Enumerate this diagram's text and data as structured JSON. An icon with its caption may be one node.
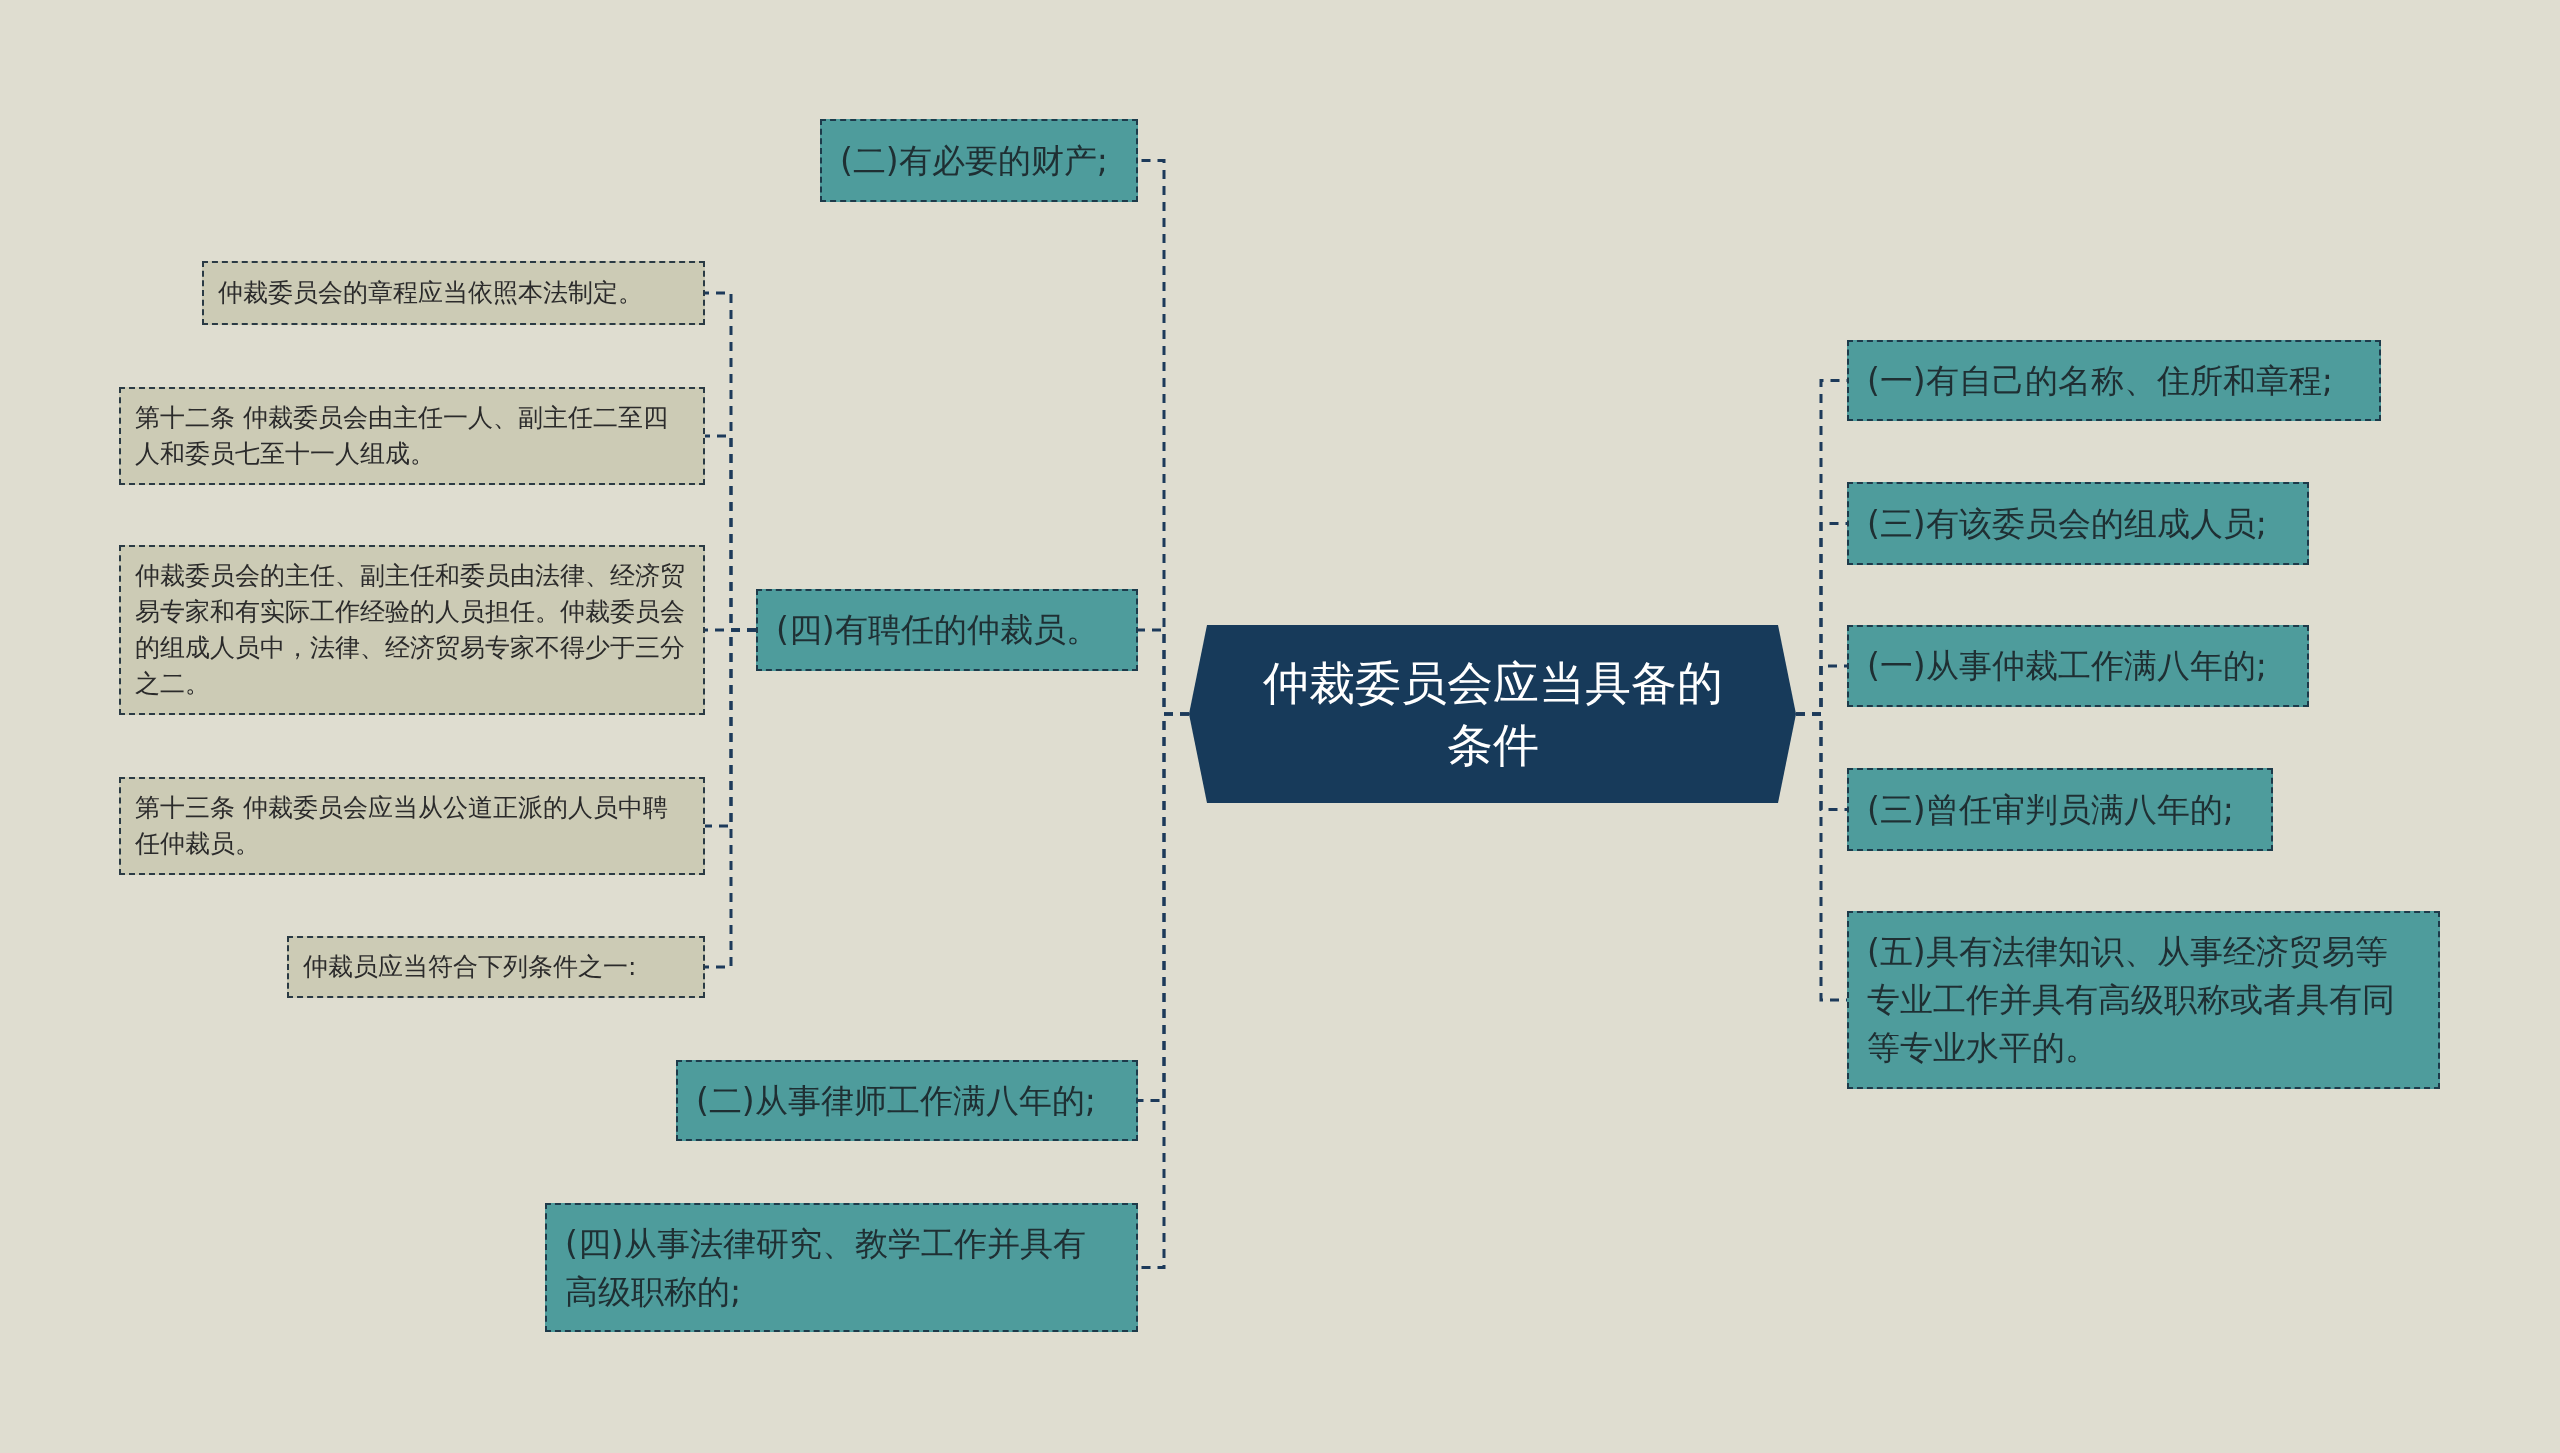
{
  "diagram": {
    "nodes": [
      {
        "text": [
          "仲裁委员会应当具备的条件"
        ]
      },
      {
        "text": [
          "(二)有必要的财产;"
        ]
      },
      {
        "text": [
          "(四)有聘任的仲裁员。"
        ]
      },
      {
        "text": [
          "仲裁委员会的章程应当依照本法制定。"
        ]
      },
      {
        "text": [
          "第十二条 仲裁委员会由主任一人、副主任二至四人和委员七至十一人组成。"
        ]
      },
      {
        "text": [
          "仲裁委员会的主任、副主任和委员由法律、经济贸易专家和有实际工作经验的人员担任。仲裁委员会的组成人员中，法律、经济贸易专家不得少于三分之二。"
        ]
      },
      {
        "text": [
          "第十三条 仲裁委员会应当从公道正派的人员中聘任仲裁员。"
        ]
      },
      {
        "text": [
          "仲裁员应当符合下列条件之一:"
        ]
      },
      {
        "text": [
          "(二)从事律师工作满八年的;"
        ]
      },
      {
        "text": [
          "(四)从事法律研究、教学工作并具有高级职称的;"
        ]
      },
      {
        "text": [
          "(一)有自己的名称、住所和章程;"
        ]
      },
      {
        "text": [
          "(三)有该委员会的组成人员;"
        ]
      },
      {
        "text": [
          "(一)从事仲裁工作满八年的;"
        ]
      },
      {
        "text": [
          "(三)曾任审判员满八年的;"
        ]
      },
      {
        "text": [
          "(五)具有法律知识、从事经济贸易等专业工作并具有高级职称或者具有同等专业水平的。"
        ]
      }
    ],
    "edges": [
      {
        "from": 0,
        "to": 1,
        "arrow": "none"
      },
      {
        "from": 0,
        "to": 2,
        "arrow": "none"
      },
      {
        "from": 2,
        "to": 3,
        "arrow": "none"
      },
      {
        "from": 2,
        "to": 4,
        "arrow": "none"
      },
      {
        "from": 2,
        "to": 5,
        "arrow": "none"
      },
      {
        "from": 2,
        "to": 6,
        "arrow": "none"
      },
      {
        "from": 2,
        "to": 7,
        "arrow": "none"
      },
      {
        "from": 0,
        "to": 8,
        "arrow": "none"
      },
      {
        "from": 0,
        "to": 9,
        "arrow": "none"
      },
      {
        "from": 0,
        "to": 10,
        "arrow": "none"
      },
      {
        "from": 0,
        "to": 11,
        "arrow": "none"
      },
      {
        "from": 0,
        "to": 12,
        "arrow": "none"
      },
      {
        "from": 0,
        "to": 13,
        "arrow": "none"
      },
      {
        "from": 0,
        "to": 14,
        "arrow": "none"
      }
    ]
  }
}
